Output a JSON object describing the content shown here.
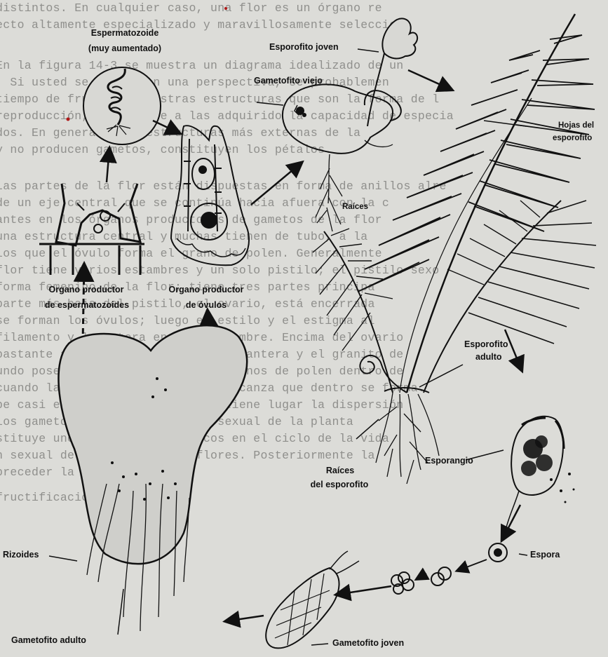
{
  "background_text": [
    "distintos.  En cualquier caso, una flor es un órgano re",
    "ecto altamente especializado y maravillosamente selecciona",
    "",
    "En la figura 14-3 se muestra un diagrama idealizado de un",
    ". Si usted se coloca en una perspectiva, se probablemen",
    "tiempo de frutos en nuestras estructuras que son la forma de l",
    "reproducción, en los que a las adquirido la capacidad de especia",
    "dos.  En general, las estructuras más externas de la",
    "y no producen gametos, constituyen los pétalos.",
    "",
    "Las partes de la flor están dispuestas en forma de anillos alre",
    "de un eje central que se continúa hacia afuera con la c",
    "antes en los órganos productores de gametos de la flor",
    "una estructura central y muchas tienen de tubo, a la",
    "los que el óvulo forma el grano de polen. Generalmente",
    "flor tiene varios estambres y un solo pistilo; el pistilo sexo",
    "forma femenino de la flor; tiene tres partes principa",
    "parte más baja del pistilo, el ovario, está encerrada",
    "se forman los óvulos; luego el estilo y el estigma al",
    "filamento y la antera en cada estambre. Encima del ovario",
    "bastante alargado, se encuentra la antera y el granito de",
    "undo poseen dentro de ellos los granos de polen dentro de",
    "cuando la fecundación del óvulo alcanza que dentro se forma.",
    "be casi en el estigma, entonces tiene lugar la dispersión",
    "los gametos.  Este acoplamiento sexual de la planta",
    "stituye uno de los pasos típicos en el ciclo de la vida",
    "n sexual de las plantas con flores. Posteriormente la",
    "preceder la fecundación.",
    "",
    "fructificación."
  ],
  "labels": {
    "espermatozoide": "Espermatozoide",
    "muy_aumentado": "(muy aumentado)",
    "esporofito_joven": "Esporofito joven",
    "gametofito_viejo": "Gametofito viejo",
    "hojas_del": "Hojas del",
    "esporofito": "esporofito",
    "raices": "Raíces",
    "organo_productor_1": "Organo productor",
    "de_espermatozoides": "de espermatozoides",
    "organo_productor_2": "Organo productor",
    "de_ovulos": "de óvulos",
    "esporofito_adulto_1": "Esporofito",
    "esporofito_adulto_2": "adulto",
    "raices_del_1": "Raíces",
    "raices_del_2": "del esporofito",
    "esporangio": "Esporangio",
    "espora": "Espora",
    "rizoides": "Rizoides",
    "gametofito_adulto": "Gametofito adulto",
    "gametofito_joven": "Gametofito joven"
  }
}
